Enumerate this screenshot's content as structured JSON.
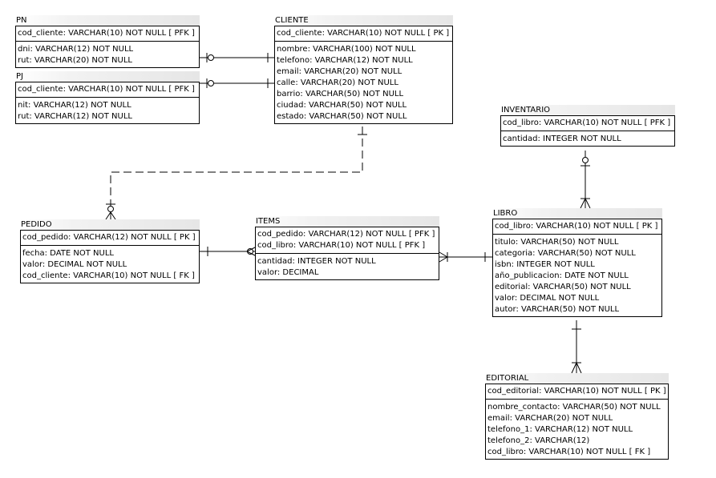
{
  "entities": {
    "pn": {
      "name": "PN",
      "keys": [
        "cod_cliente: VARCHAR(10)   NOT NULL  [ PFK ]"
      ],
      "attrs": [
        "dni: VARCHAR(12)   NOT NULL",
        "rut: VARCHAR(20)   NOT NULL"
      ]
    },
    "pj": {
      "name": "PJ",
      "keys": [
        "cod_cliente: VARCHAR(10)   NOT NULL  [ PFK ]"
      ],
      "attrs": [
        "nit: VARCHAR(12)   NOT NULL",
        "rut: VARCHAR(12)   NOT NULL"
      ]
    },
    "cliente": {
      "name": "CLIENTE",
      "keys": [
        "cod_cliente: VARCHAR(10)   NOT NULL  [ PK ]"
      ],
      "attrs": [
        "nombre: VARCHAR(100)   NOT NULL",
        "telefono: VARCHAR(12)   NOT NULL",
        "email: VARCHAR(20)   NOT NULL",
        "calle: VARCHAR(20)   NOT NULL",
        "barrio: VARCHAR(50)   NOT NULL",
        "ciudad: VARCHAR(50)   NOT NULL",
        "estado: VARCHAR(50)   NOT NULL"
      ]
    },
    "inventario": {
      "name": "INVENTARIO",
      "keys": [
        "cod_libro: VARCHAR(10)   NOT NULL  [ PFK ]"
      ],
      "attrs": [
        "cantidad: INTEGER   NOT NULL"
      ]
    },
    "pedido": {
      "name": "PEDIDO",
      "keys": [
        "cod_pedido: VARCHAR(12)   NOT NULL  [ PK ]"
      ],
      "attrs": [
        "fecha: DATE   NOT NULL",
        "valor: DECIMAL   NOT NULL",
        "cod_cliente: VARCHAR(10)   NOT NULL  [ FK ]"
      ]
    },
    "items": {
      "name": "ITEMS",
      "keys": [
        "cod_pedido: VARCHAR(12)   NOT NULL  [ PFK ]",
        "cod_libro: VARCHAR(10)   NOT NULL  [ PFK ]"
      ],
      "attrs": [
        "cantidad: INTEGER   NOT NULL",
        "valor: DECIMAL"
      ]
    },
    "libro": {
      "name": "LIBRO",
      "keys": [
        "cod_libro: VARCHAR(10)   NOT NULL  [ PK ]"
      ],
      "attrs": [
        "titulo: VARCHAR(50)   NOT NULL",
        "categoria: VARCHAR(50)   NOT NULL",
        "isbn: INTEGER   NOT NULL",
        "año_publicacion: DATE   NOT NULL",
        "editorial: VARCHAR(50)   NOT NULL",
        "valor: DECIMAL   NOT NULL",
        "autor: VARCHAR(50)   NOT NULL"
      ]
    },
    "editorial": {
      "name": "EDITORIAL",
      "keys": [
        "cod_editorial: VARCHAR(10)   NOT NULL  [ PK ]"
      ],
      "attrs": [
        "nombre_contacto: VARCHAR(50)   NOT NULL",
        "email: VARCHAR(20)   NOT NULL",
        "telefono_1: VARCHAR(12)   NOT NULL",
        "telefono_2: VARCHAR(12)",
        "cod_libro: VARCHAR(10)   NOT NULL  [ FK ]"
      ]
    }
  }
}
